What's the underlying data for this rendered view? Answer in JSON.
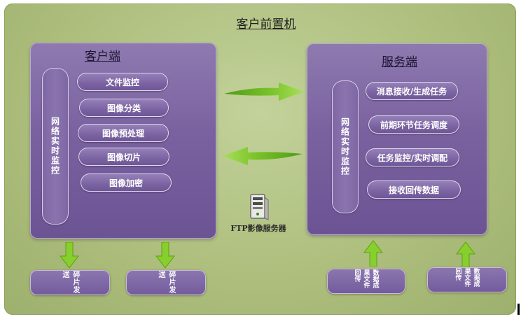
{
  "title": "客户前置机",
  "client": {
    "title": "客户端",
    "monitor_label": "网络实时监控",
    "items": [
      "文件监控",
      "图像分类",
      "图像预处理",
      "图像切片",
      "图像加密"
    ]
  },
  "server": {
    "title": "服务端",
    "monitor_label": "网络实时监控",
    "items": [
      "消息接收/生成任务",
      "前期环节任务调度",
      "任务监控/实时调配",
      "接收回传数据"
    ]
  },
  "ftp_label": "FTP影像服务器",
  "bottom": {
    "send_label": "碎片发送",
    "return_label": "数据成果文件回传"
  },
  "colors": {
    "background": "#aebf7e",
    "panel": "#7a62a0",
    "arrow": "#7cc42a"
  }
}
